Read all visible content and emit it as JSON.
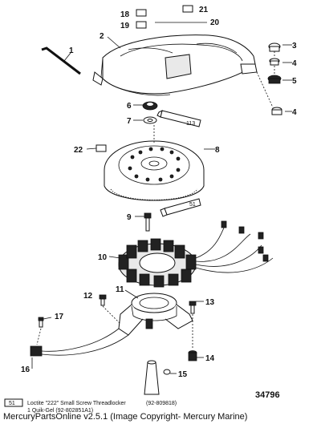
{
  "callouts": {
    "c1": "1",
    "c2": "2",
    "c3": "3",
    "c4a": "4",
    "c4b": "4",
    "c5": "5",
    "c6": "6",
    "c7": "7",
    "c8": "8",
    "c9": "9",
    "c10": "10",
    "c11": "11",
    "c12": "12",
    "c13": "13",
    "c14": "14",
    "c15": "15",
    "c16": "16",
    "c17": "17",
    "c18": "18",
    "c19": "19",
    "c20": "20",
    "c21": "21",
    "c22": "22"
  },
  "tube_labels": {
    "t113": "113",
    "t51": "51"
  },
  "diagram_id": "34796",
  "legend": {
    "row1_code": "51",
    "row1_text": "Loctite \"222\" Small Screw Threadlocker",
    "row1_part": "(92-809818)",
    "row2_text": "1 Quik-Gel (92-802851A1)"
  },
  "footer_text": "MercuryPartsOnline v2.5.1 (Image Copyright- Mercury Marine)"
}
